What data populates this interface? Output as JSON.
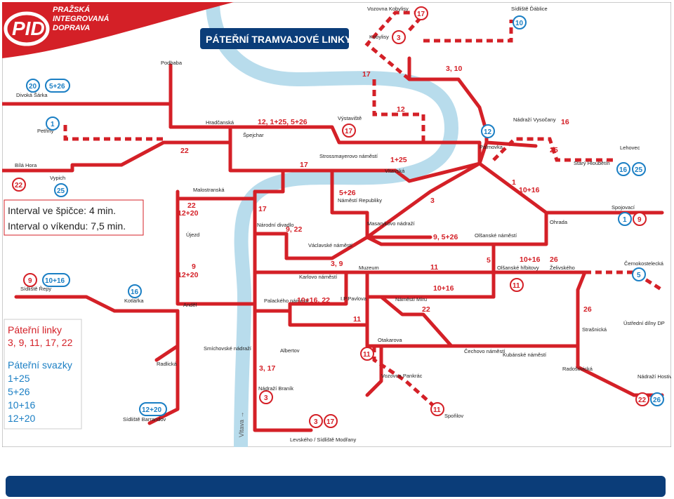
{
  "brand": {
    "logo_text": "PID",
    "name_line1": "PRAŽSKÁ",
    "name_line2": "INTEGROVANÁ",
    "name_line3": "DOPRAVA"
  },
  "title": "PÁTEŘNÍ TRAMVAJOVÉ LINKY",
  "interval": {
    "peak": "Interval ve špičce: 4 min.",
    "weekend": "Interval o víkendu: 7,5 min."
  },
  "legend": {
    "trunk_title": "Páteřní linky",
    "trunk_lines": "3, 9, 11, 17, 22",
    "bundle_title": "Páteřní svazky",
    "bundles": [
      "1+25",
      "5+26",
      "10+16",
      "12+20"
    ]
  },
  "river_label": "Vltava →",
  "stops": {
    "vozovna_kobylisy": "Vozovna Kobylisy",
    "sidliste_dablice": "Sídliště Ďáblice",
    "kobylisy": "Kobylisy",
    "podbaba": "Podbaba",
    "divoka_sarka": "Divoká Šárka",
    "petriny": "Petřiny",
    "hradcanska": "Hradčanská",
    "spejchar": "Špejchar",
    "vystaviste": "Výstaviště",
    "nadrazi_vysocany": "Nádraží Vysočany",
    "palmovka": "Palmovka",
    "lehovec": "Lehovec",
    "stary_hloubetin": "Starý Hloubětín",
    "bila_hora": "Bílá Hora",
    "vypich": "Vypich",
    "strossmayerovo": "Strossmayerovo náměstí",
    "vltavska": "Vltavská",
    "malostranska": "Malostranská",
    "namesti_republiky": "Náměstí Republiky",
    "ujezd": "Újezd",
    "narodni_divadlo": "Národní divadlo",
    "masarykovo": "Masarykovo nádraží",
    "spojovaci": "Spojovací",
    "ohrada": "Ohrada",
    "olsanske_namesti": "Olšanské náměstí",
    "vaclavske_namesti": "Václavské náměstí",
    "muzeum": "Muzeum",
    "olsanske_hrbitovy": "Olšanské hřbitovy",
    "zelivskeho": "Želivského",
    "sidliste_repy": "Sídliště Řepy",
    "kotlarka": "Kotlářka",
    "karlovo_namesti": "Karlovo náměstí",
    "ip_pavlova": "I.P.Pavlova",
    "namesti_miru": "Náměstí Míru",
    "cernokostelecka": "Černokostelecká",
    "andel": "Anděl",
    "palackeho_namesti": "Palackého náměstí",
    "strasnicka": "Strašnická",
    "ustredni_dilny": "Ústřední dílny DP",
    "otakarova": "Otakarova",
    "smichovske_nadrazi": "Smíchovské nádraží",
    "albertov": "Albertov",
    "cechovo_namesti": "Čechovo náměstí",
    "kubanske_namesti": "Kubánské náměstí",
    "radlicka": "Radlická",
    "vozovna_pankrac": "Vozovna Pankrác",
    "radosovicka": "Radošovická",
    "nadrazi_hostivar": "Nádraží Hostivař",
    "nadrazi_branik": "Nádraží Braník",
    "sidliste_barrandov": "Sídliště Barrandov",
    "sporilov": "Spořilov",
    "levskeho": "Levského / Sídliště Modřany"
  },
  "segment_labels": {
    "kobylisy_310": "3, 10",
    "vystaviste_17": "17",
    "vystaviste_12": "12",
    "hradcanska_bundle": "12, 1+25, 5+26",
    "vysocany_16": "16",
    "lehovec_25": "25",
    "spejchar_22": "22",
    "strossmayer_17": "17",
    "vltavska_125": "1+25",
    "palmovka_1_1016_a": "1",
    "palmovka_1_1016_b": "10+16",
    "malostranska_22": "22",
    "malostranska_1220": "12+20",
    "narodni_17": "17",
    "republiky_526": "5+26",
    "masaryk_3": "3",
    "narodni_922": "9, 22",
    "olsany_9526": "9, 5+26",
    "vaclavske_39": "3, 9",
    "hrbitovy_5": "5",
    "hrbitovy_1016": "10+16",
    "hrbitovy_26": "26",
    "ujezd_9": "9",
    "ujezd_1220": "12+20",
    "muzeum_11": "11",
    "muzeum_1016": "10+16",
    "karlovo_1016_22": "10+16, 22",
    "miru_22": "22",
    "strasnicka_26": "26",
    "pavlova_11": "11",
    "branik_317": "3, 17"
  },
  "badges": {
    "b17_kobylisy": "17",
    "b10_dablice": "10",
    "b3_kobylisy": "3",
    "b20_sarka": "20",
    "b526_sarka": "5+26",
    "b1_petriny": "1",
    "b17_vystaviste": "17",
    "b12_palmovka": "12",
    "b22_bila": "22",
    "b25_vypich": "25",
    "b16_hloubetin": "16",
    "b25_hloubetin": "25",
    "b1_spojovaci": "1",
    "b9_spojovaci": "9",
    "b9_repy": "9",
    "b1016_repy": "10+16",
    "b16_kotlarka": "16",
    "b11_hrbitovy": "11",
    "b5_cerno": "5",
    "b11_otakarova": "11",
    "b1220_barrandov": "12+20",
    "b3_branik": "3",
    "b11_sporilov": "11",
    "b3_levskeho": "3",
    "b17_levskeho": "17",
    "b22_hostivar": "22",
    "b26_hostivar": "26"
  },
  "colors": {
    "route_red": "#d42027",
    "river_blue": "#b8dcec",
    "badge_blue": "#1b7fc4",
    "title_navy": "#0b3d79"
  }
}
